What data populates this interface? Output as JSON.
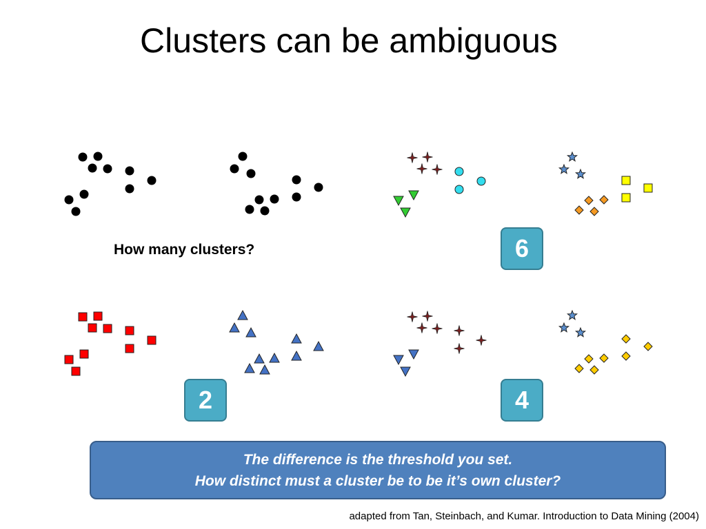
{
  "slide": {
    "title": "Clusters can be ambiguous",
    "question": "How many clusters?",
    "callout_line1": "The difference is the threshold you set.",
    "callout_line2": "How distinct must a cluster be to be it’s own cluster?",
    "citation": "adapted from Tan, Steinbach, and Kumar. Introduction to Data Mining (2004)"
  },
  "badges": {
    "six": "6",
    "two": "2",
    "four": "4"
  },
  "colors": {
    "black_point": "#000000",
    "red_square": "#ff0000",
    "blue_triangle": "#4472c4",
    "cyan_circle": "#33ddee",
    "green_triangle": "#33cc33",
    "dark_red_star": "#7b1f1f",
    "steel_blue_star": "#5b8fcf",
    "orange_diamond": "#f59a23",
    "yellow_square": "#ffff00",
    "gold_diamond": "#ffcc00",
    "badge_fill": "#4bacc6",
    "callout_fill": "#4f81bd"
  },
  "panels": [
    {
      "id": "original-points",
      "shape": "circle",
      "color_key": "black_point"
    },
    {
      "id": "two-clusters",
      "shapes": [
        "square",
        "triangle"
      ]
    },
    {
      "id": "six-clusters",
      "shapes": [
        "star4",
        "circle",
        "triangle-down",
        "star5",
        "diamond",
        "square"
      ]
    },
    {
      "id": "four-clusters",
      "shapes": [
        "star4",
        "triangle-down",
        "star5",
        "diamond"
      ]
    }
  ]
}
